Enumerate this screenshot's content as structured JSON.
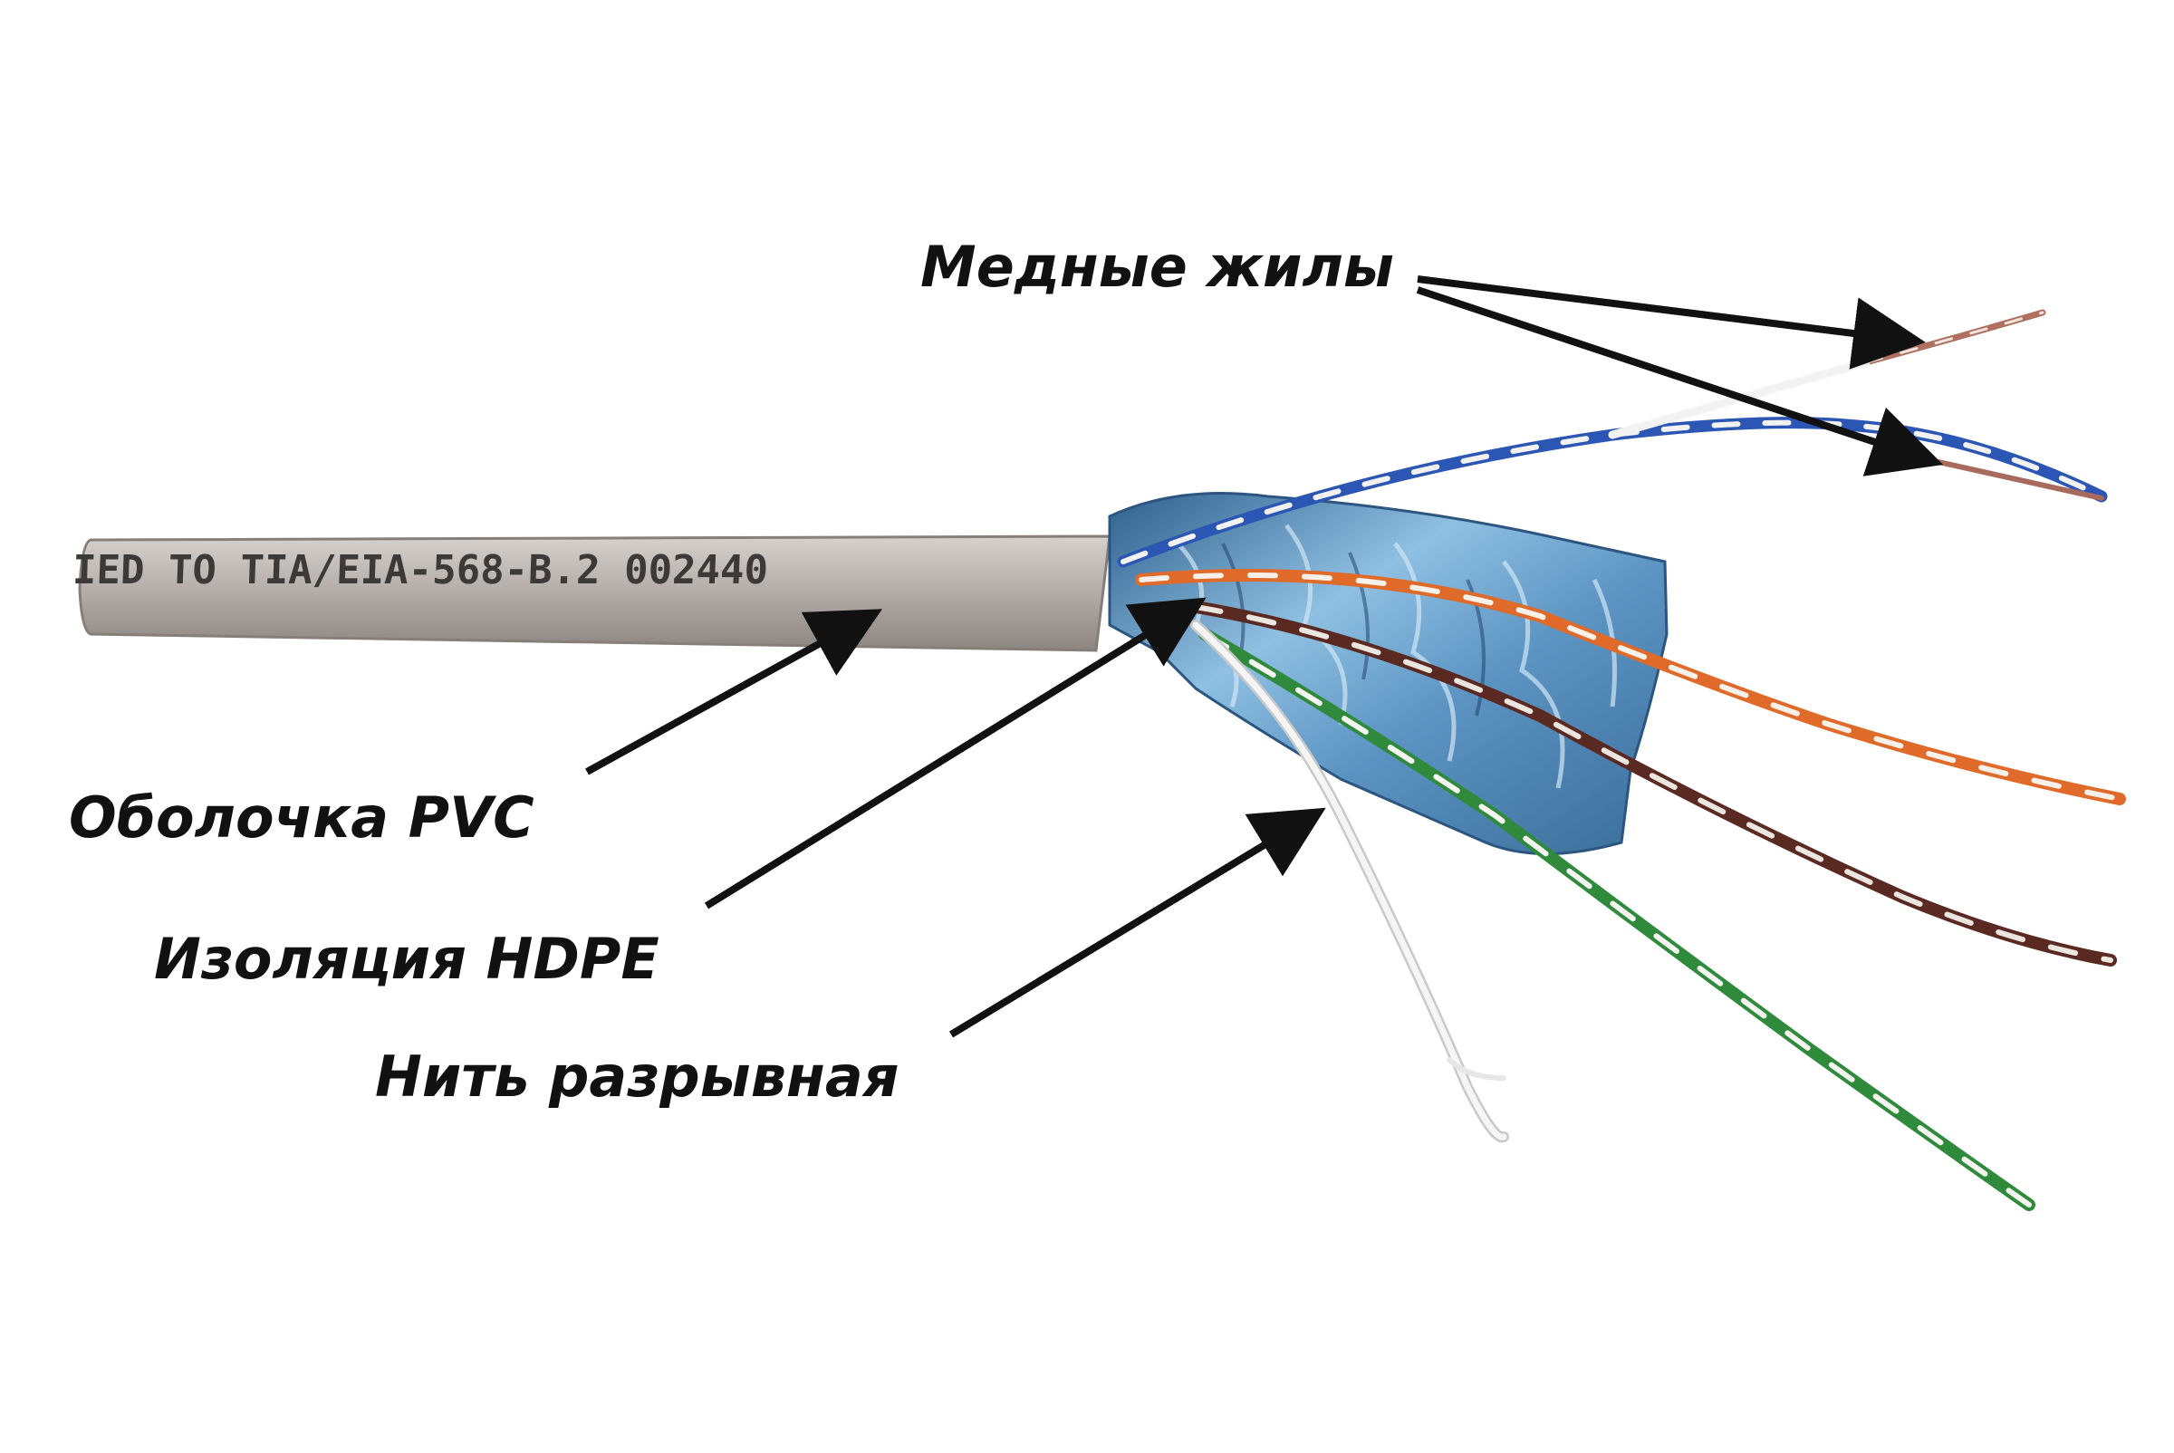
{
  "cable": {
    "jacket_print": "IED TO TIA/EIA-568-B.2 002440"
  },
  "labels": {
    "copper_conductors": "Медные жилы",
    "pvc_jacket": "Оболочка PVC",
    "hdpe_insulation": "Изоляция HDPE",
    "rip_cord": "Нить разрывная"
  },
  "colors": {
    "jacket": "#b1aaa6",
    "foil": "#7fb0d6",
    "pair_blue": "#2c56b4",
    "pair_orange": "#e06a2a",
    "pair_brown": "#5a2a22",
    "pair_green": "#2f8a3c",
    "rip_cord": "#e6e6e6",
    "arrow": "#111111"
  }
}
